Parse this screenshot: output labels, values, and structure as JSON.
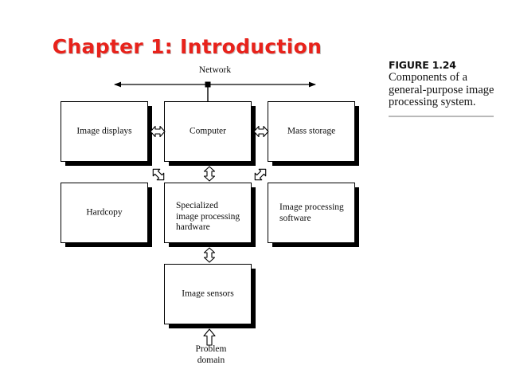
{
  "slide": {
    "title": "Chapter 1: Introduction"
  },
  "figure_caption": {
    "label": "FIGURE 1.24",
    "text": "Components of a general-purpose image processing system."
  },
  "diagram": {
    "network_label": "Network",
    "problem_domain_label": "Problem\ndomain",
    "boxes": [
      {
        "id": "image-displays",
        "label": "Image displays"
      },
      {
        "id": "computer",
        "label": "Computer"
      },
      {
        "id": "mass-storage",
        "label": "Mass storage"
      },
      {
        "id": "hardcopy",
        "label": "Hardcopy"
      },
      {
        "id": "specialized-hardware",
        "label": "Specialized\nimage processing\nhardware"
      },
      {
        "id": "image-processing-software",
        "label": "Image processing\nsoftware"
      },
      {
        "id": "image-sensors",
        "label": "Image sensors"
      }
    ],
    "connectors": [
      {
        "id": "displays-computer",
        "kind": "double-horizontal"
      },
      {
        "id": "computer-mass-storage",
        "kind": "double-horizontal"
      },
      {
        "id": "computer-hardware",
        "kind": "double-vertical"
      },
      {
        "id": "hardcopy-hardware",
        "kind": "double-diagonal-up-right"
      },
      {
        "id": "software-mass-storage",
        "kind": "double-diagonal-up-left"
      },
      {
        "id": "hardware-sensors",
        "kind": "double-vertical"
      },
      {
        "id": "sensors-problem-domain",
        "kind": "single-up"
      }
    ]
  },
  "colors": {
    "title_red": "#e8221b",
    "ink": "#000000",
    "background": "#ffffff",
    "rule_gray": "#b9b9b9"
  }
}
